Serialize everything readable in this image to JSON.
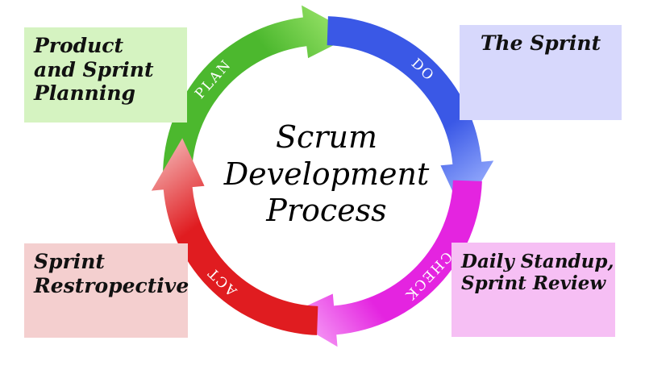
{
  "diagram": {
    "title_lines": [
      "Scrum",
      "Development",
      "Process"
    ],
    "stages": [
      {
        "id": "plan",
        "label": "PLAN",
        "color": "#4cb82e",
        "light": "#9be46a",
        "start": 180,
        "end": 263
      },
      {
        "id": "do",
        "label": "DO",
        "color": "#3a58e6",
        "light": "#9fb4ff",
        "start": 272,
        "end": 355
      },
      {
        "id": "check",
        "label": "CHECK",
        "color": "#e424e0",
        "light": "#f7a5f7",
        "start": 2,
        "end": 85
      },
      {
        "id": "act",
        "label": "ACT",
        "color": "#e01c20",
        "light": "#f2a6a6",
        "start": 92,
        "end": 175
      }
    ],
    "boxes": [
      {
        "id": "plan",
        "lines": [
          "Product",
          "and Sprint",
          "Planning"
        ],
        "bg": "#d5f3c1"
      },
      {
        "id": "do",
        "lines": [
          "The Sprint"
        ],
        "bg": "#d7d8fc"
      },
      {
        "id": "check",
        "lines": [
          "Daily Standup,",
          "Sprint Review"
        ],
        "bg": "#f6bff4"
      },
      {
        "id": "act",
        "lines": [
          "Sprint",
          "Restropective"
        ],
        "bg": "#f4cfcf"
      }
    ]
  }
}
